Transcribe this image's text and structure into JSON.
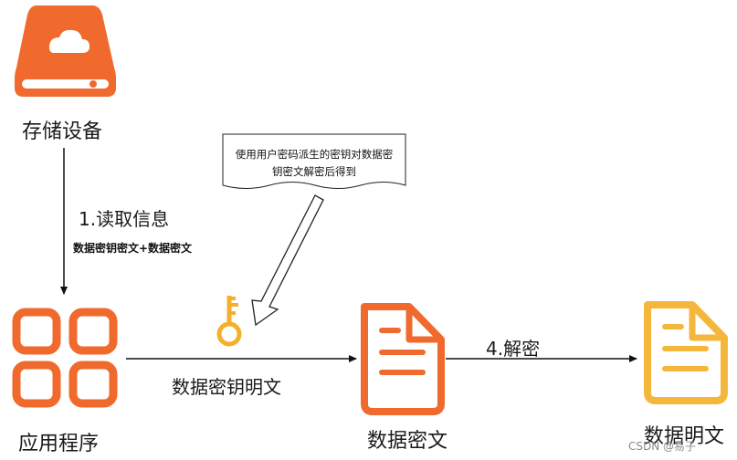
{
  "nodes": {
    "storage": {
      "label": "存储设备",
      "icon": "cloud-storage-drive-icon"
    },
    "app": {
      "label": "应用程序",
      "icon": "app-grid-icon"
    },
    "ciphertext": {
      "label": "数据密文",
      "icon": "document-icon"
    },
    "plaintext": {
      "label": "数据明文",
      "icon": "document-icon"
    }
  },
  "edges": {
    "read": {
      "label": "1.读取信息",
      "sublabel": "数据密钥密文+数据密文"
    },
    "key_plain": {
      "label": "数据密钥明文",
      "icon": "key-icon"
    },
    "decrypt": {
      "label": "4.解密"
    }
  },
  "note": {
    "line1": "使用用户密码派生的密钥对数据密",
    "line2": "钥密文解密后得到"
  },
  "watermark": "CSDN @易子",
  "colors": {
    "orange": "#F06A2E",
    "key_yellow": "#F4B02A",
    "doc_yellow": "#F5B73B",
    "line": "#111111"
  }
}
